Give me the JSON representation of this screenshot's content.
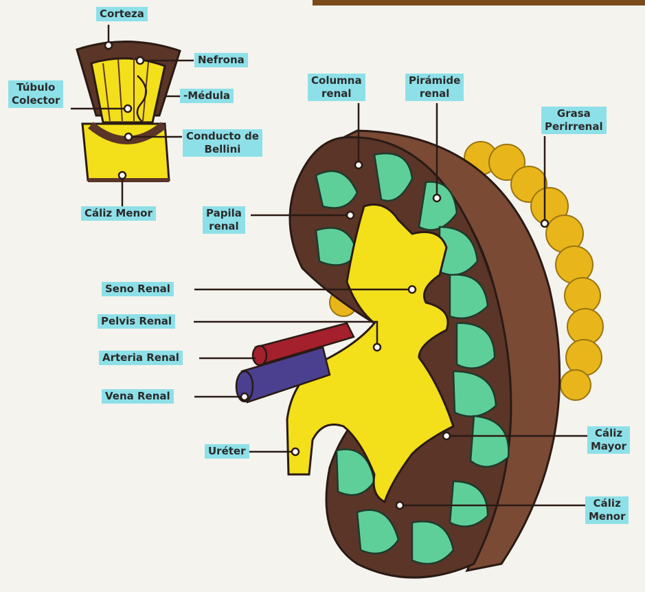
{
  "colors": {
    "background": "#f4f3ee",
    "label_highlight": "#8ee0e8",
    "cortex": "#5a3528",
    "medulla_pyramid": "#5fcf9a",
    "sinus_yellow": "#f3df1a",
    "fat": "#e8b61a",
    "artery": "#a3202c",
    "vein": "#4b3f8f"
  },
  "labels": {
    "corteza": "Corteza",
    "nefrona": "Nefrona",
    "tubulo_colector": "Túbulo\nColector",
    "medula": "-Médula",
    "conducto_bellini": "Conducto de\nBellini",
    "caliz_menor_top": "Cáliz Menor",
    "columna_renal": "Columna\nrenal",
    "piramide_renal": "Pirámide\nrenal",
    "grasa_perirrenal": "Grasa\nPerirrenal",
    "papila_renal": "Papila\nrenal",
    "seno_renal": "Seno Renal",
    "pelvis_renal": "Pelvis Renal",
    "arteria_renal": "Arteria Renal",
    "vena_renal": "Vena Renal",
    "ureter": "Uréter",
    "caliz_mayor": "Cáliz\nMayor",
    "caliz_menor_right": "Cáliz\nMenor"
  }
}
